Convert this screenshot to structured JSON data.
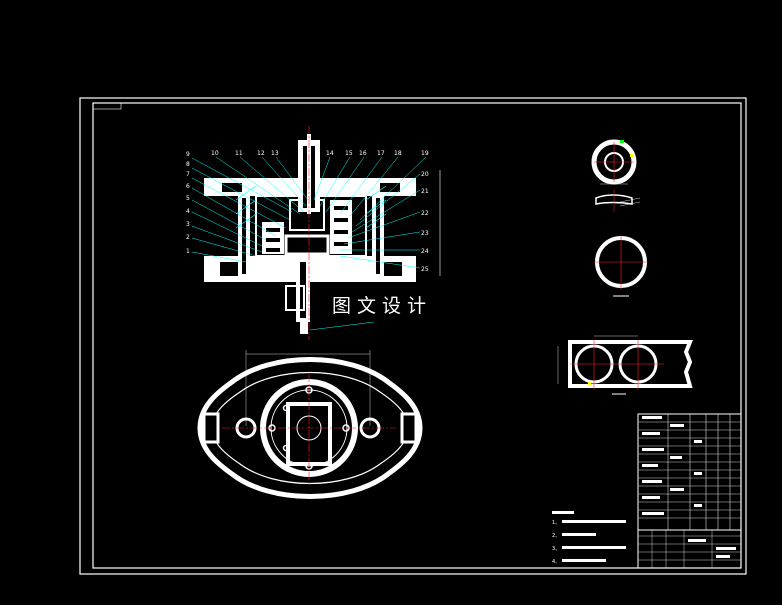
{
  "watermark": "图文设计",
  "part_numbers": [
    "1",
    "2",
    "3",
    "4",
    "5",
    "6",
    "7",
    "8",
    "9",
    "10",
    "11",
    "12",
    "13",
    "14",
    "15",
    "16",
    "17",
    "18",
    "19",
    "20",
    "21",
    "22",
    "23",
    "24",
    "25"
  ],
  "tech_notes": {
    "items": [
      "1、",
      "2、",
      "3、",
      "4、"
    ]
  },
  "colors": {
    "background": "#000000",
    "lines": "#ffffff",
    "centerline": "#ff2020",
    "dimension": "#00ffff",
    "leader": "#00ffff",
    "accent_green": "#00ff00",
    "accent_yellow": "#ffff00"
  }
}
